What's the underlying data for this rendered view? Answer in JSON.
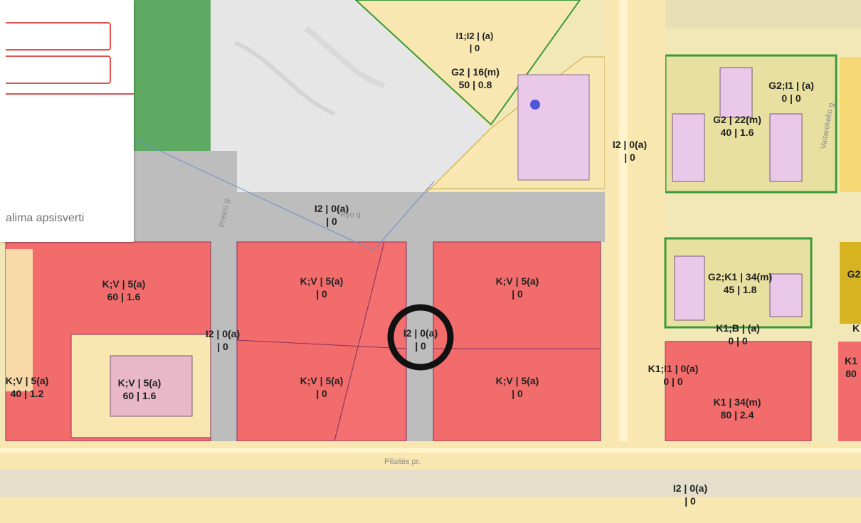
{
  "map": {
    "highlight_marker": "black-ring",
    "colors": {
      "commercial_zone": "#f26c6c",
      "road_zone": "#bdbdbd",
      "green_zone": "#5faa63",
      "built_area": "#f8e7b0",
      "building": "#e9c8ea",
      "highlight_ring": "#111111"
    },
    "zone_labels": [
      {
        "line1": "I1;I2 | (a)",
        "line2": "| 0"
      },
      {
        "line1": "G2 | 16(m)",
        "line2": "50 | 0.8"
      },
      {
        "line1": "G2;I1 | (a)",
        "line2": "0 | 0"
      },
      {
        "line1": "G2 | 22(m)",
        "line2": "40 | 1.6"
      },
      {
        "line1": "I2 | 0(a)",
        "line2": "| 0"
      },
      {
        "line1": "I2 | 0(a)",
        "line2": "| 0"
      },
      {
        "line1": "K;V | 5(a)",
        "line2": "60 | 1.6"
      },
      {
        "line1": "K;V | 5(a)",
        "line2": "| 0"
      },
      {
        "line1": "K;V | 5(a)",
        "line2": "| 0"
      },
      {
        "line1": "G2;K1 | 34(m)",
        "line2": "45 | 1.8"
      },
      {
        "line1": "I2 | 0(a)",
        "line2": "| 0"
      },
      {
        "line1": "I2 | 0(a)",
        "line2": "| 0"
      },
      {
        "line1": "K1;B | (a)",
        "line2": "0 | 0"
      },
      {
        "line1": "K;V | 5(a)",
        "line2": "40 | 1.2"
      },
      {
        "line1": "K;V | 5(a)",
        "line2": "60 | 1.6"
      },
      {
        "line1": "K;V | 5(a)",
        "line2": "| 0"
      },
      {
        "line1": "K;V | 5(a)",
        "line2": "| 0"
      },
      {
        "line1": "K1;I1 | 0(a)",
        "line2": "0 | 0"
      },
      {
        "line1": "K1 | 34(m)",
        "line2": "80 | 2.4"
      },
      {
        "line1": "I2 | 0(a)",
        "line2": "| 0"
      },
      {
        "line1": "G2",
        "line2": ""
      },
      {
        "line1": "K",
        "line2": ""
      },
      {
        "line1": "K1",
        "line2": "80"
      }
    ],
    "street_labels": [
      "Prelos g.",
      "Ryo g.",
      "Pilaitės pr.",
      "Vaitarėkelio g."
    ]
  },
  "panel": {
    "partial_text": "alima apsisverti"
  }
}
